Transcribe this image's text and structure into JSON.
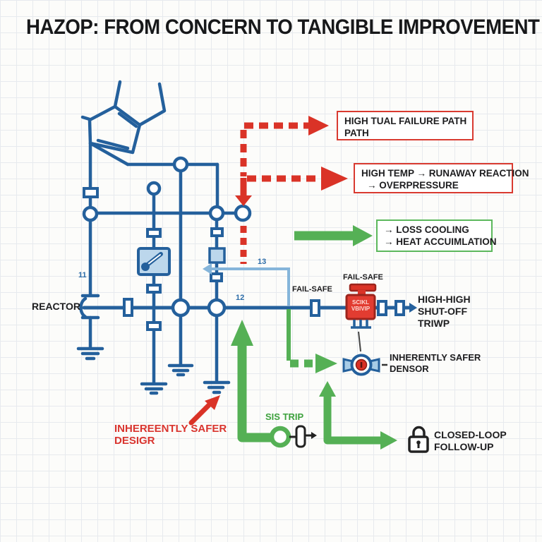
{
  "title": "HAZOP: FROM CONCERN TO TANGIBLE IMPROVEMENT",
  "callouts": {
    "failure_path": {
      "lines": [
        "HIGH TUAL FAILURE PATH",
        "PATH"
      ]
    },
    "high_temp": {
      "lines": [
        "HIGH TEMP → RUNAWAY REACTION",
        "→ OVERPRESSURE"
      ]
    },
    "loss_cooling": {
      "lines": [
        "→ LOSS COOLING",
        "→ HEAT ACCUIMLATION"
      ]
    }
  },
  "labels": {
    "reactor": "REACTOR",
    "line_11": "11",
    "line_12": "12",
    "line_13": "13",
    "fail_safe_left": "FAIL-SAFE",
    "fail_safe_valve": "FAIL-SAFE",
    "valve_text": {
      "lines": [
        "SCIKL",
        "VBIVIP"
      ]
    },
    "high_high_trip": {
      "lines": [
        "HIGH-HIGH",
        "SHUT-OFF",
        "TRIWP"
      ]
    },
    "safer_sensor": {
      "lines": [
        "INHERENTLY SAFER",
        "DENSOR"
      ]
    },
    "sis_trip": "SIS TRIP",
    "closed_loop": {
      "lines": [
        "CLOSED-LOOP",
        "FOLLOW-UP"
      ]
    },
    "safer_design": {
      "lines": [
        "INHEREENTLY SAFER",
        "DESIGR"
      ]
    }
  },
  "icons": {
    "ignition_panel": "match-icon",
    "sensor": "instrument-circle-icon",
    "shutoff_valve": "red-valve-icon",
    "sis_trip_valve": "valve-symbol-icon",
    "follow_up": "padlock-icon"
  },
  "colors": {
    "pipe_blue": "#24609c",
    "light_blue": "#85b5da",
    "panel_blue_fill": "#bcd7ec",
    "hazard_red": "#da3327",
    "action_green": "#55b055",
    "ink": "#1d1d1f"
  }
}
